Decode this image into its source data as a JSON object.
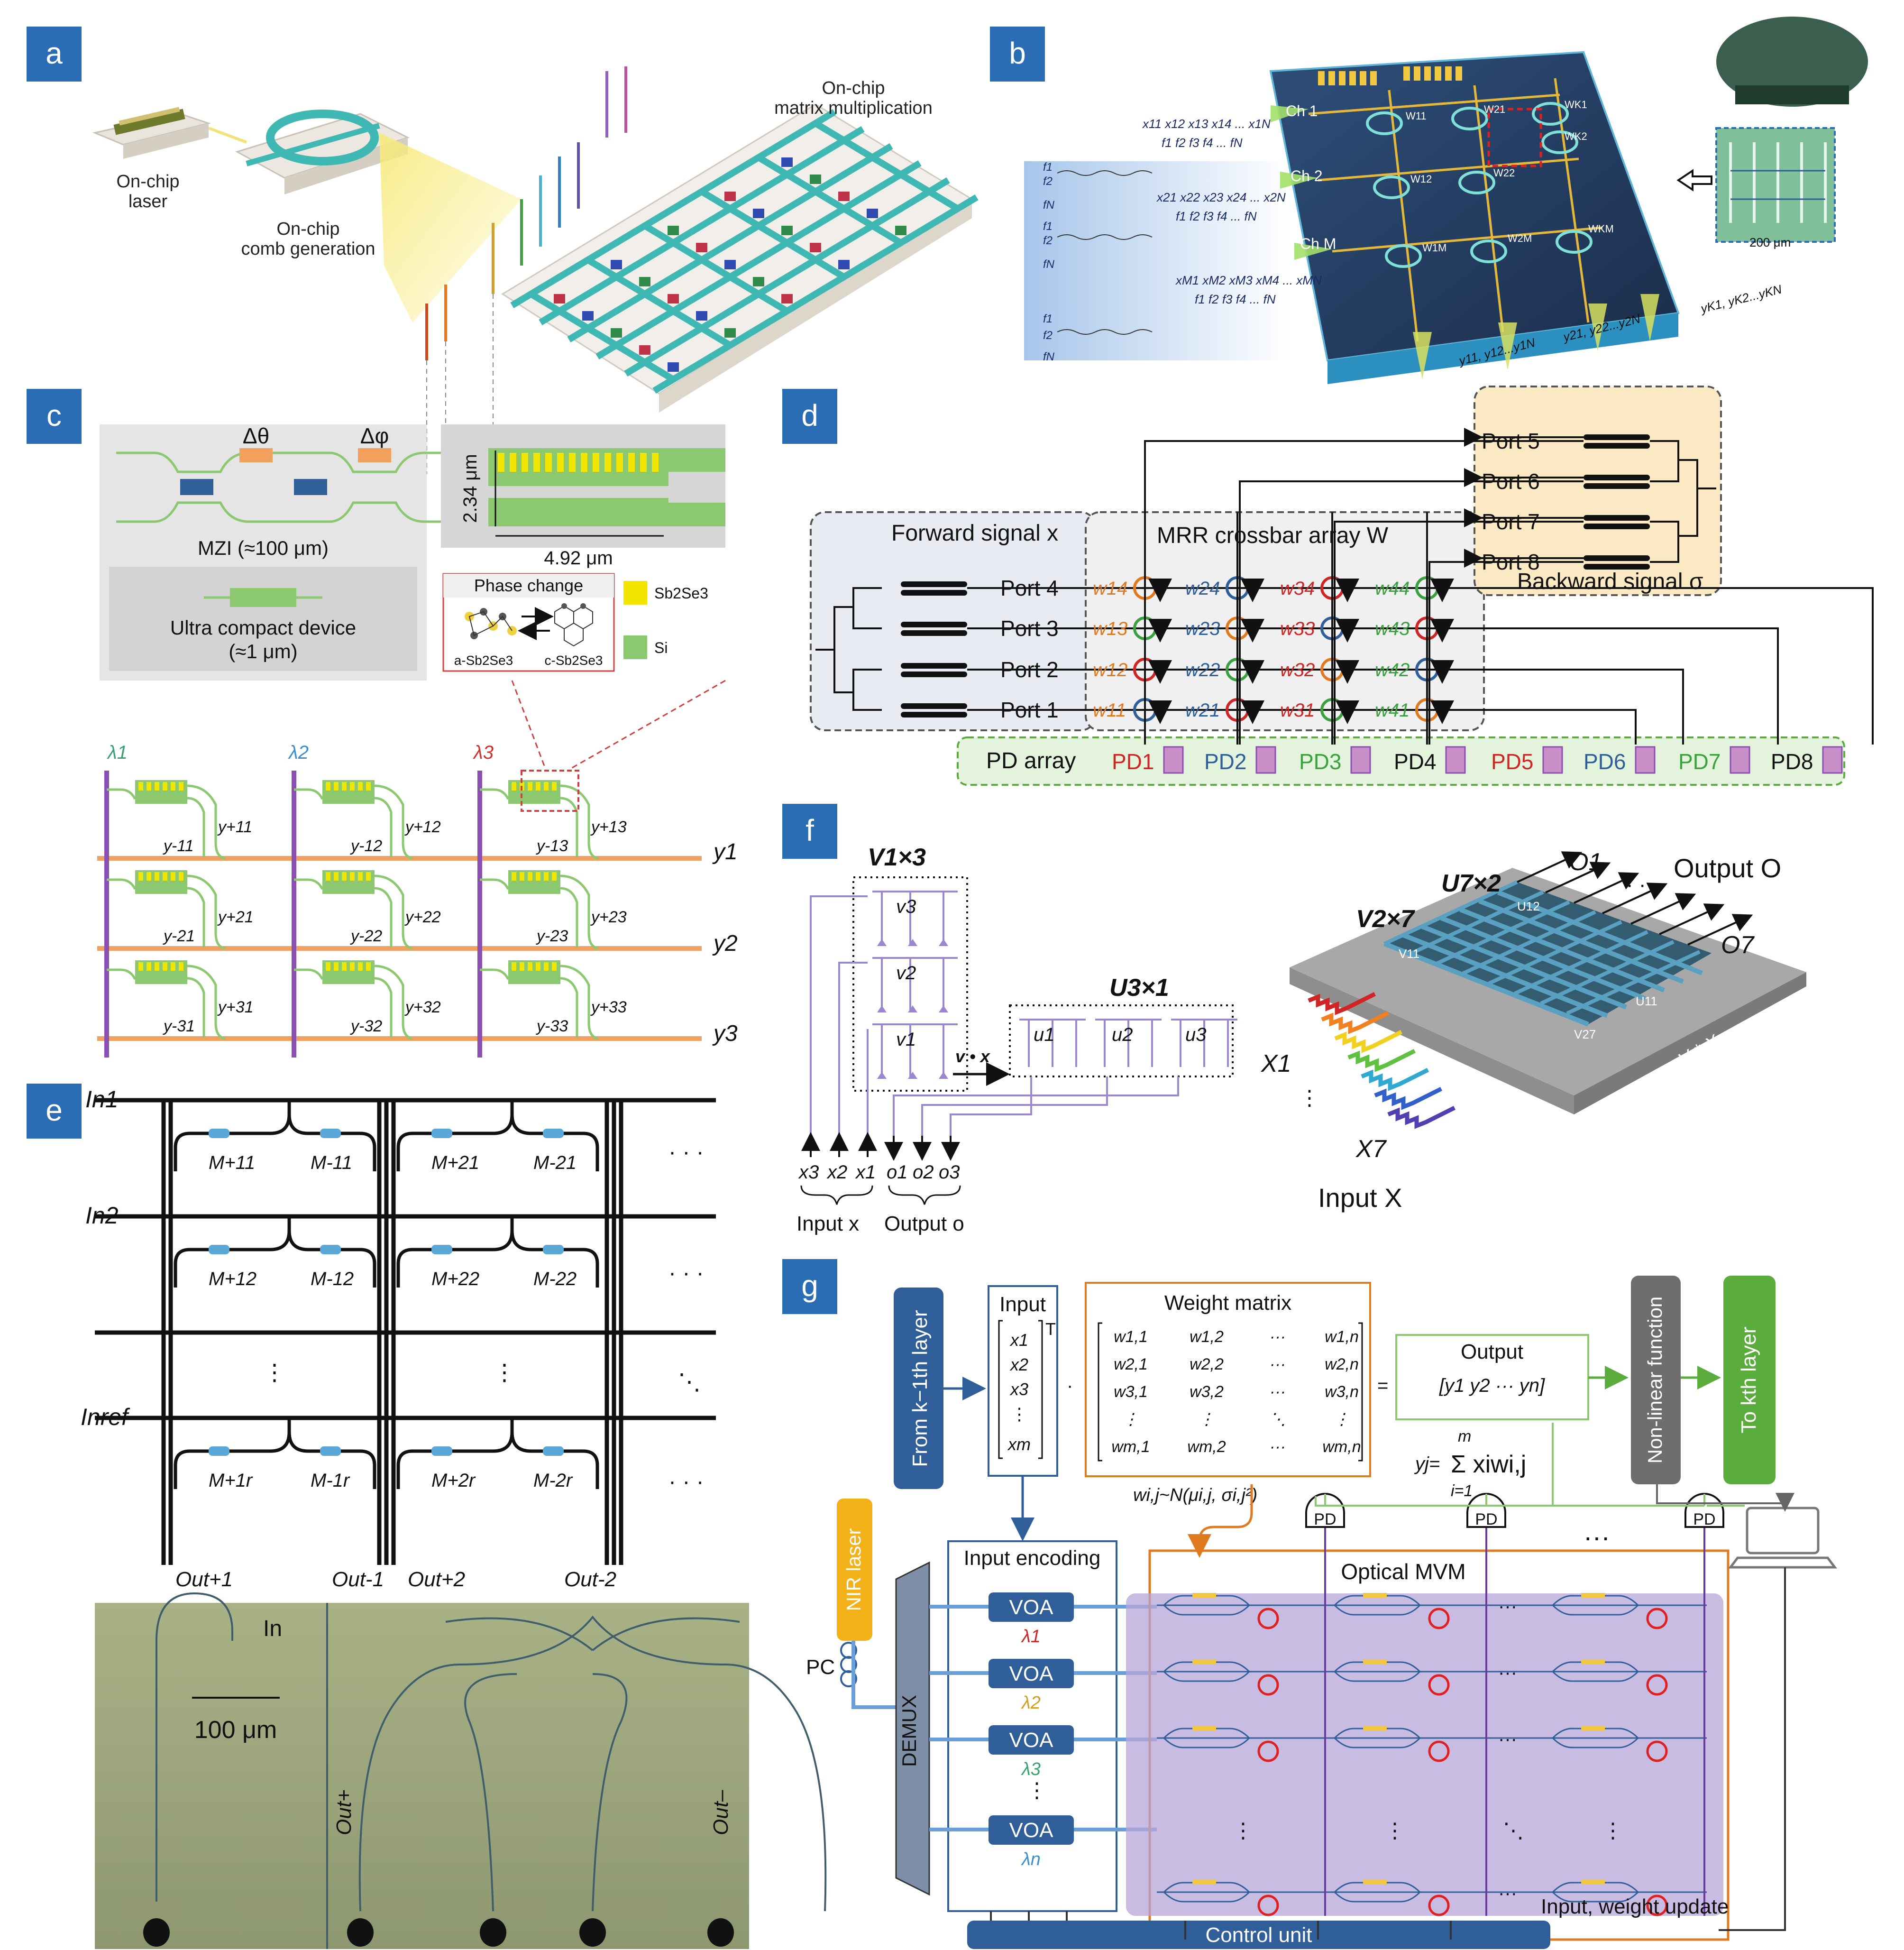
{
  "colors": {
    "tag_bg": "#2a6db4",
    "waveguide_teal": "#3fb7b2",
    "waveguide_green": "#8cc870",
    "bus_purple": "#8a4fb0",
    "bus_orange": "#f0a060",
    "pd_pink": "#c98fc8",
    "dark_blue": "#2f5e99",
    "gray_box": "#6e6e6e",
    "green_box": "#5aac3c",
    "violet_area": "#b7a6d8",
    "chip_gray": "#9a9a9a",
    "yellow_laser": "#f4b21a"
  },
  "panel_a": {
    "tag": "a",
    "laser_label_1": "On-chip",
    "laser_label_2": "laser",
    "comb_label_1": "On-chip",
    "comb_label_2": "comb generation",
    "matrix_label_1": "On-chip",
    "matrix_label_2": "matrix multiplication"
  },
  "panel_b": {
    "tag": "b",
    "channels": [
      "Ch 1",
      "Ch 2",
      "Ch M"
    ],
    "input_vectors": [
      "x11 x12 x13 x14 ... x1N",
      "x21 x22 x23 x24 ... x2N",
      "xM1 xM2 xM3 xM4 ... xMN"
    ],
    "freq_row": "f1 f2 f3 f4 ... fN",
    "weights": [
      "W11",
      "W21",
      "WK1",
      "W12",
      "W22",
      "WK2",
      "W1M",
      "W2M",
      "WKM"
    ],
    "outputs": [
      "y11, y12...y1N",
      "y21, y22...y2N",
      "yK1, yK2...yKN"
    ],
    "scale": "200 μm",
    "f_labels": [
      "f1",
      "f2",
      "fN"
    ]
  },
  "panel_c": {
    "tag": "c",
    "delta_theta": "Δθ",
    "delta_phi": "Δφ",
    "mzi_label": "MZI (≈100 μm)",
    "ultra_1": "Ultra compact device",
    "ultra_2": "(≈1 μm)",
    "dim_v": "2.34 μm",
    "dim_h": "4.92 μm",
    "phase_change": "Phase change",
    "a_phase": "a-Sb2Se3",
    "c_phase": "c-Sb2Se3",
    "legend_1": "Sb2Se3",
    "legend_2": "Si",
    "lambdas": [
      "λ1",
      "λ2",
      "λ3"
    ],
    "y_outputs": [
      "y1",
      "y2",
      "y3"
    ],
    "cell_minus": [
      "y-11",
      "y-12",
      "y-13",
      "y-21",
      "y-22",
      "y-23",
      "y-31",
      "y-32",
      "y-33"
    ],
    "cell_plus": [
      "y+11",
      "y+12",
      "y+13",
      "y+21",
      "y+22",
      "y+23",
      "y+31",
      "y+32",
      "y+33"
    ]
  },
  "panel_d": {
    "tag": "d",
    "forward": "Forward signal x",
    "mrr": "MRR crossbar array W",
    "backward": "Backward signal σ",
    "ports_left": [
      "Port 4",
      "Port 3",
      "Port 2",
      "Port 1"
    ],
    "ports_right": [
      "Port 5",
      "Port 6",
      "Port 7",
      "Port 8"
    ],
    "weights": [
      [
        "w14",
        "w24",
        "w34",
        "w44"
      ],
      [
        "w13",
        "w23",
        "w33",
        "w43"
      ],
      [
        "w12",
        "w22",
        "w32",
        "w42"
      ],
      [
        "w11",
        "w21",
        "w31",
        "w41"
      ]
    ],
    "pd_array": "PD array",
    "pds": [
      "PD1",
      "PD2",
      "PD3",
      "PD4",
      "PD5",
      "PD6",
      "PD7",
      "PD8"
    ]
  },
  "panel_e": {
    "tag": "e",
    "inputs": [
      "In1",
      "In2",
      "Inref"
    ],
    "m_labels": [
      "M+11",
      "M-11",
      "M+21",
      "M-21",
      "M+12",
      "M-12",
      "M+22",
      "M-22",
      "M+1r",
      "M-1r",
      "M+2r",
      "M-2r"
    ],
    "outs": [
      "Out+1",
      "Out-1",
      "Out+2",
      "Out-2"
    ],
    "micro_in": "In",
    "micro_scale": "100 μm",
    "micro_out_plus": "Out+",
    "micro_out_minus": "Out–"
  },
  "panel_f": {
    "tag": "f",
    "v13": "V1×3",
    "u31": "U3×1",
    "v_units": [
      "v3",
      "v2",
      "v1"
    ],
    "u_units": [
      "u1",
      "u2",
      "u3"
    ],
    "vx": "v • x",
    "x_inputs": [
      "x3",
      "x2",
      "x1"
    ],
    "o_outputs": [
      "o1",
      "o2",
      "o3"
    ],
    "input_x": "Input x",
    "output_o": "Output o",
    "u72": "U7×2",
    "v27": "V2×7",
    "o1": "O1",
    "o7": "O7",
    "output_O": "Output O",
    "x1": "X1",
    "x7": "X7",
    "input_X": "Input X",
    "chip_labels": [
      "U12",
      "V11",
      "U11",
      "V27"
    ],
    "vstar": "V * X"
  },
  "panel_g": {
    "tag": "g",
    "from_layer": "From k−1th layer",
    "input": "Input",
    "input_vec": [
      "x1",
      "x2",
      "x3",
      "⋮",
      "xm"
    ],
    "weight_title": "Weight matrix",
    "weight_rows": [
      [
        "w1,1",
        "w1,2",
        "···",
        "w1,n"
      ],
      [
        "w2,1",
        "w2,2",
        "···",
        "w2,n"
      ],
      [
        "w3,1",
        "w3,2",
        "···",
        "w3,n"
      ],
      [
        "⋮",
        "⋮",
        "⋱",
        "⋮"
      ],
      [
        "wm,1",
        "wm,2",
        "···",
        "wm,n"
      ]
    ],
    "output_title": "Output",
    "output_vec": "[y1   y2   ···   yn]",
    "nonlinear": "Non-linear function",
    "to_layer": "To kth layer",
    "eq_y": "yj=",
    "eq_sum": "Σ xiwi,j",
    "eq_m": "m",
    "eq_i": "i=1",
    "distribution": "wi,j~N(μi,j, σi,j²)",
    "nir_laser": "NIR laser",
    "pc": "PC",
    "demux": "DEMUX",
    "input_encoding": "Input encoding",
    "voa": [
      "VOA",
      "VOA",
      "VOA",
      "VOA"
    ],
    "lambdas": [
      "λ1",
      "λ2",
      "λ3",
      "λn"
    ],
    "optical_mvm": "Optical MVM",
    "pd": [
      "PD",
      "PD",
      "PD"
    ],
    "dots": "···",
    "control_unit": "Control unit",
    "update": "Input, weight update"
  }
}
